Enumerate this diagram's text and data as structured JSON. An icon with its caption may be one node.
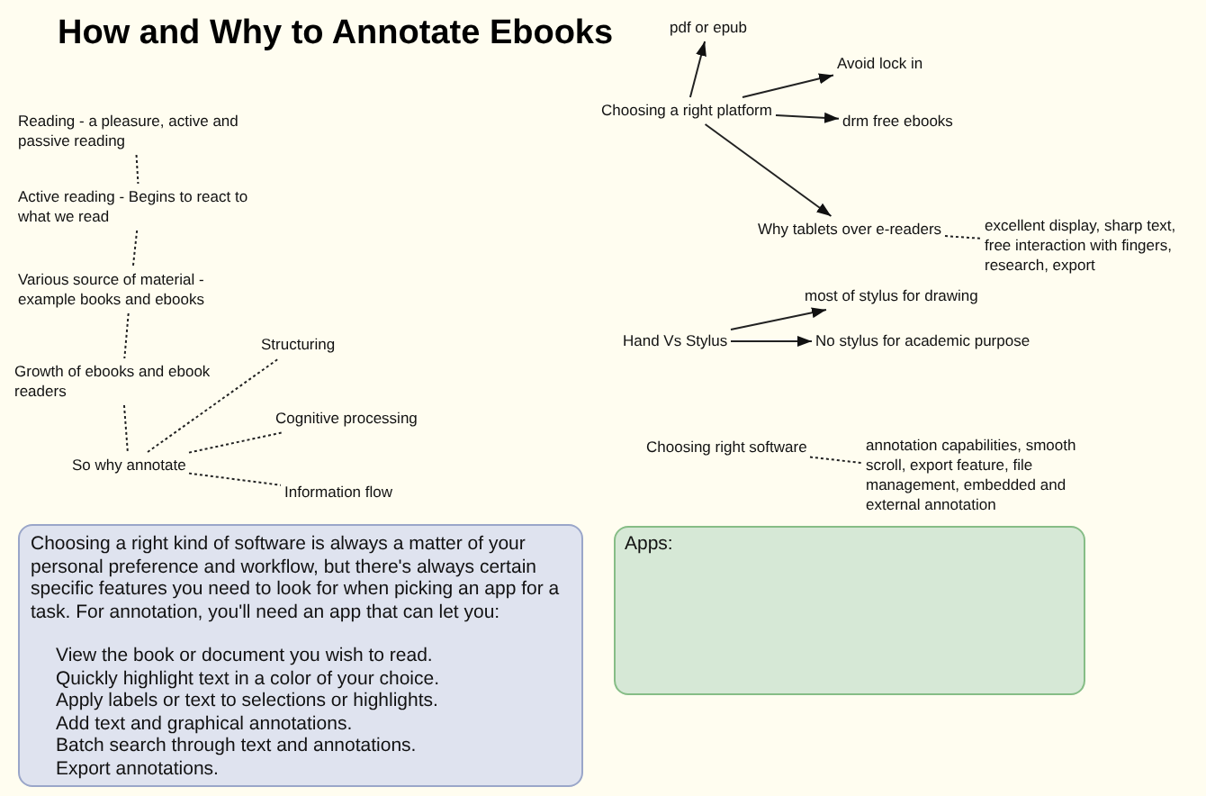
{
  "diagram": {
    "title": "How and Why to Annotate Ebooks",
    "nodes": [
      {
        "text": [
          "Reading - a pleasure, active and passive reading"
        ]
      },
      {
        "text": [
          "Active reading - Begins to react to what we read"
        ]
      },
      {
        "text": [
          "Various source of material - example books and ebooks"
        ]
      },
      {
        "text": [
          "Growth of ebooks and ebook readers"
        ]
      },
      {
        "text": [
          "So why annotate"
        ]
      },
      {
        "text": [
          "Structuring"
        ]
      },
      {
        "text": [
          "Cognitive processing"
        ]
      },
      {
        "text": [
          "Information flow"
        ]
      },
      {
        "text": [
          "Choosing a right platform"
        ]
      },
      {
        "text": [
          "pdf or epub"
        ]
      },
      {
        "text": [
          "Avoid lock in"
        ]
      },
      {
        "text": [
          "drm free ebooks"
        ]
      },
      {
        "text": [
          "Why tablets over e-readers"
        ]
      },
      {
        "text": [
          "excellent display, sharp text, free interaction with fingers, research, export"
        ]
      },
      {
        "text": [
          "Hand Vs Stylus"
        ]
      },
      {
        "text": [
          "most of stylus for drawing"
        ]
      },
      {
        "text": [
          "No stylus for academic purpose"
        ]
      },
      {
        "text": [
          "Choosing right software"
        ]
      },
      {
        "text": [
          "annotation capabilities, smooth scroll, export feature, file management, embedded and external annotation"
        ]
      },
      {
        "text": [
          "Choosing a right kind of software is always a matter of your personal preference and workflow, but there's always certain specific features you need to look for when picking an app for a task. For annotation, you'll need an app that can let you:",
          "View the book or document you wish to read.",
          "Quickly highlight text in a color of your choice.",
          "Apply labels or text to selections or highlights.",
          "Add text and graphical annotations.",
          "Batch search through text and annotations.",
          "Export annotations."
        ]
      },
      {
        "text": [
          "Apps:"
        ]
      }
    ],
    "edges": [
      {
        "from": 0,
        "to": 1,
        "arrow": "none",
        "style": "dashed"
      },
      {
        "from": 1,
        "to": 2,
        "arrow": "none",
        "style": "dashed"
      },
      {
        "from": 2,
        "to": 3,
        "arrow": "none",
        "style": "dashed"
      },
      {
        "from": 3,
        "to": 4,
        "arrow": "none",
        "style": "dashed"
      },
      {
        "from": 4,
        "to": 5,
        "arrow": "none",
        "style": "dashed"
      },
      {
        "from": 4,
        "to": 6,
        "arrow": "none",
        "style": "dashed"
      },
      {
        "from": 4,
        "to": 7,
        "arrow": "none",
        "style": "dashed"
      },
      {
        "from": 8,
        "to": 9,
        "arrow": "to"
      },
      {
        "from": 8,
        "to": 10,
        "arrow": "to"
      },
      {
        "from": 8,
        "to": 11,
        "arrow": "to"
      },
      {
        "from": 8,
        "to": 12,
        "arrow": "to"
      },
      {
        "from": 12,
        "to": 13,
        "arrow": "none",
        "style": "dashed"
      },
      {
        "from": 14,
        "to": 15,
        "arrow": "to"
      },
      {
        "from": 14,
        "to": 16,
        "arrow": "to"
      },
      {
        "from": 17,
        "to": 18,
        "arrow": "none",
        "style": "dashed"
      }
    ]
  }
}
